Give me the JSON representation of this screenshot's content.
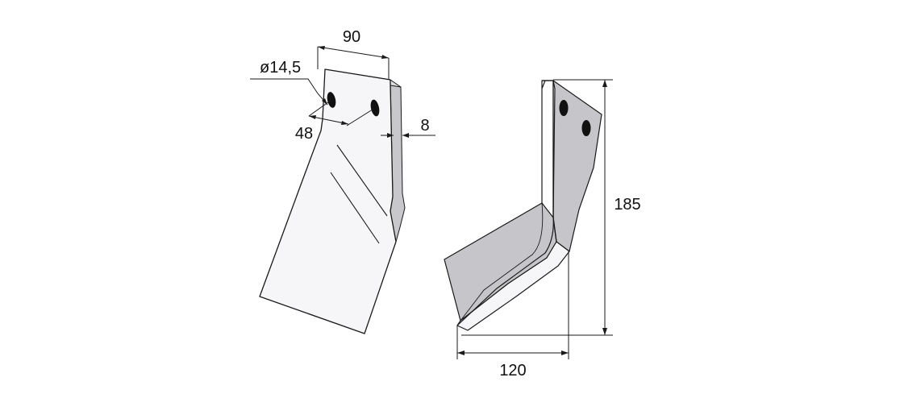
{
  "colors": {
    "background": "#ffffff",
    "outline": "#1a1a1a",
    "face_light": "#f6f6f8",
    "face_shaded": "#c6c6ca",
    "hole": "#111111"
  },
  "dimensions": {
    "width_top": "90",
    "hole_diameter": "ø14,5",
    "hole_spacing": "48",
    "thickness": "8",
    "height": "185",
    "base_width": "120"
  }
}
